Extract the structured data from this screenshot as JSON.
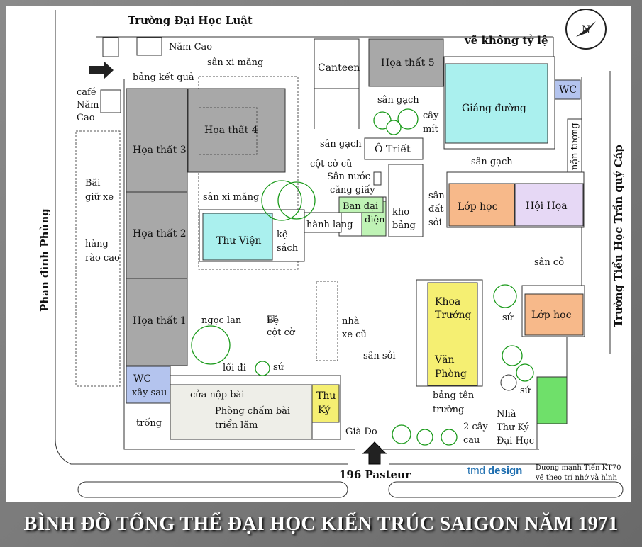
{
  "title": "BÌNH ĐỒ TỔNG THỂ ĐẠI HỌC KIẾN TRÚC SAIGON NĂM 1971",
  "note_scale": "vẽ không tỷ lệ",
  "streets": {
    "top": "Trường Đại Học Luật",
    "left": "Phan đình Phùng",
    "right": "Trường Tiểu Học Trần quý Cáp",
    "bottom": "196 Pasteur"
  },
  "buildings": {
    "hoa_that_1": "Họa thất 1",
    "hoa_that_2": "Họa thất 2",
    "hoa_that_3": "Họa thất 3",
    "hoa_that_4": "Họa thất 4",
    "hoa_that_5": "Họa thất 5",
    "giang_duong": "Giảng đường",
    "wc_top": "WC",
    "wc_bottom_1": "WC",
    "wc_bottom_2": "xây sau",
    "canteen": "Canteen",
    "o_triet": "Ô Triết",
    "thu_vien": "Thư Viện",
    "ke_sach_1": "kệ",
    "ke_sach_2": "sách",
    "ban_dai_dien_1": "Ban đại",
    "ban_dai_dien_2": "diện",
    "kho_bang_1": "kho",
    "kho_bang_2": "bảng",
    "lop_hoc_1": "Lớp học",
    "hoi_hoa": "Hội Họa",
    "lop_hoc_2": "Lớp học",
    "khoa_truong_1": "Khoa",
    "khoa_truong_2": "Trưởng",
    "van_phong_1": "Văn",
    "van_phong_2": "Phòng",
    "thu_ky_1": "Thư",
    "thu_ky_2": "Ký",
    "phong_cham_1": "Phòng chấm bài",
    "phong_cham_2": "triển lãm",
    "cua_nop_bai": "cửa nộp bài",
    "nam_cao": "Năm Cao"
  },
  "labels": {
    "san_xi_mang_top": "sân xi măng",
    "bang_ket_qua": "bảng kết quả",
    "cafe_1": "café",
    "cafe_2": "Năm",
    "cafe_3": "Cao",
    "bai_giu_xe_1": "Bãi",
    "bai_giu_xe_2": "giữ xe",
    "hang_rao_1": "hàng",
    "hang_rao_2": "rào cao",
    "san_gach_1": "sân gạch",
    "cay_mit_1": "cây",
    "cay_mit_2": "mít",
    "san_gach_2": "sân gạch",
    "cot_co_cu": "cột cờ cũ",
    "san_nuoc_1": "Sân nước",
    "san_nuoc_2": "căng giấy",
    "san_gach_3": "sân gạch",
    "nan_tuong": "nặn tượng",
    "san_xi_mang_mid": "sân xi măng",
    "hanh_lang": "hành lang",
    "san_dat_soi_1": "sân",
    "san_dat_soi_2": "đất",
    "san_dat_soi_3": "sỏi",
    "san_co": "sân cỏ",
    "ngoc_lan": "ngọc lan",
    "be_cot_co_1": "Bệ",
    "be_cot_co_2": "cột cờ",
    "nha_xe_cu_1": "nhà",
    "nha_xe_cu_2": "xe cũ",
    "san_soi": "sân sỏi",
    "loi_di": "lối đi",
    "su_1": "sứ",
    "su_2": "sứ",
    "su_3": "sứ",
    "trong": "trống",
    "gia_do": "Già Do",
    "cay_cau_1": "2 cây",
    "cay_cau_2": "cau",
    "bang_ten_truong_1": "bảng tên",
    "bang_ten_truong_2": "trường",
    "nha_thu_ky_1": "Nhà",
    "nha_thu_ky_2": "Thư Ký",
    "nha_thu_ky_3": "Đại Học"
  },
  "credits": {
    "logo_part1": "tmd",
    "logo_part2": "design",
    "author": "Dương mạnh Tiến KT70",
    "note": "vẽ theo trí nhớ và hình"
  },
  "colors": {
    "studio_gray": "#a8a8a8",
    "library_cyan": "#aaf0ee",
    "classroom_orange": "#f7b98a",
    "art_lilac": "#e6d8f5",
    "office_yellow": "#f5ef72",
    "rep_green": "#bff3b5",
    "wc_blue": "#b4c4ee",
    "exhibit_beige": "#eeeee8",
    "lawn_green": "#6fe06a"
  }
}
